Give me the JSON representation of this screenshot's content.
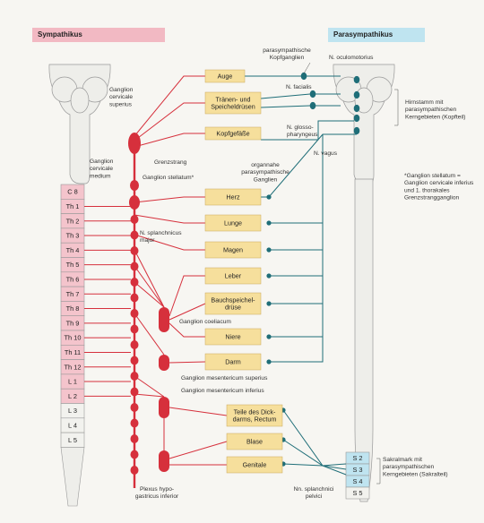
{
  "headers": {
    "sympathetic": "Sympathikus",
    "parasympathetic": "Parasympathikus"
  },
  "segments": [
    "C 8",
    "Th 1",
    "Th 2",
    "Th 3",
    "Th 4",
    "Th 5",
    "Th 6",
    "Th 7",
    "Th 8",
    "Th 9",
    "Th 10",
    "Th 11",
    "Th 12",
    "L 1",
    "L 2",
    "L 3",
    "L 4",
    "L 5"
  ],
  "sacral_segments": [
    "S 2",
    "S 3",
    "S 4",
    "S 5"
  ],
  "organs": [
    {
      "id": "auge",
      "lines": [
        "Auge"
      ]
    },
    {
      "id": "traenen",
      "lines": [
        "Tränen- und",
        "Speicheldrüsen"
      ]
    },
    {
      "id": "kopf",
      "lines": [
        "Kopfgefäße"
      ]
    },
    {
      "id": "herz",
      "lines": [
        "Herz"
      ]
    },
    {
      "id": "lunge",
      "lines": [
        "Lunge"
      ]
    },
    {
      "id": "magen",
      "lines": [
        "Magen"
      ]
    },
    {
      "id": "leber",
      "lines": [
        "Leber"
      ]
    },
    {
      "id": "bauch",
      "lines": [
        "Bauchspeichel-",
        "drüse"
      ]
    },
    {
      "id": "niere",
      "lines": [
        "Niere"
      ]
    },
    {
      "id": "darm",
      "lines": [
        "Darm"
      ]
    },
    {
      "id": "teile",
      "lines": [
        "Teile des Dick-",
        "darms, Rectum"
      ]
    },
    {
      "id": "blase",
      "lines": [
        "Blase"
      ]
    },
    {
      "id": "genitale",
      "lines": [
        "Genitale"
      ]
    }
  ],
  "labels": {
    "gcs": [
      "Ganglion",
      "cervicale",
      "superius"
    ],
    "grenzstrang": [
      "Grenzstrang"
    ],
    "gcm": [
      "Ganglion",
      "cervicale",
      "medium"
    ],
    "stellatum": [
      "Ganglion stellatum*"
    ],
    "splanchnicus": [
      "N. splanchnicus",
      "major"
    ],
    "coeliacum": [
      "Ganglion coeliacum"
    ],
    "mes_sup": [
      "Ganglion mesentericum superius"
    ],
    "mes_inf": [
      "Ganglion mesentericum inferius"
    ],
    "plexus": [
      "Plexus hypo-",
      "gastricus inferior"
    ],
    "kopfganglien": [
      "parasympathische",
      "Kopfganglien"
    ],
    "oculomotorius": [
      "N. oculomotorius"
    ],
    "facialis": [
      "N. facialis"
    ],
    "glosso": [
      "N. glosso-",
      "pharyngeus"
    ],
    "vagus": [
      "N. vagus"
    ],
    "organnahe": [
      "organnahe",
      "parasympathische",
      "Ganglien"
    ],
    "hirnstamm": [
      "Hirnstamm mit",
      "parasympathischen",
      "Kerngebieten (Kopfteil)"
    ],
    "footnote": [
      "*Ganglion stellatum =",
      "Ganglion cervicale inferius",
      "und 1. thorakales",
      "Grenzstrangganglion"
    ],
    "sakral": [
      "Sakralmark mit",
      "parasympathischen",
      "Kerngebieten (Sakralteil)"
    ],
    "pelvici": [
      "Nn. splanchnici",
      "pelvici"
    ]
  },
  "colors": {
    "sympathetic": "#d6303c",
    "sympathetic_fill": "#f4c4cc",
    "parasympathetic": "#1f6e78",
    "parasympathetic_fill": "#bfe4f0",
    "organ": "#f6df9c"
  }
}
